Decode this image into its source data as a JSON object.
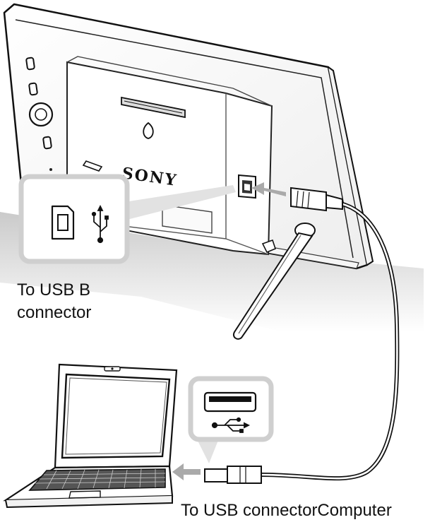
{
  "brand": "SONY",
  "labels": {
    "usb_b_line1": "To USB B",
    "usb_b_line2": "connector",
    "usb_connector_computer": "To USB connectorComputer"
  },
  "icons": {
    "usb_b_port": "usb-b-port-icon",
    "usb_trident": "usb-trident-icon",
    "usb_a_port": "usb-a-port-icon"
  }
}
